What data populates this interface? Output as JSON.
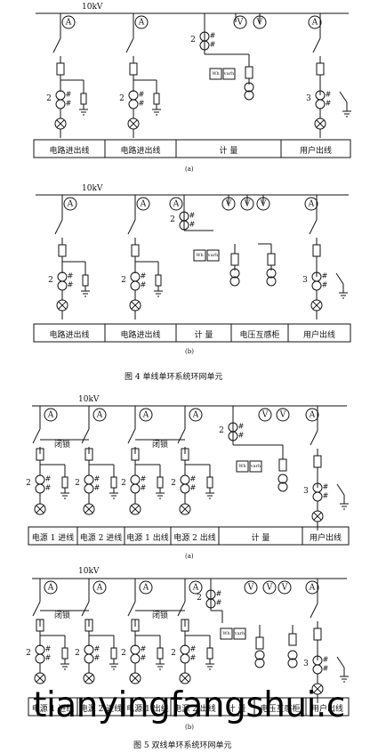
{
  "bus_voltage": "10kV",
  "meter_symbols": {
    "ammeter": "A",
    "voltmeter": "V"
  },
  "meter_labels": {
    "wh": "Wh",
    "varh": "varh"
  },
  "ct_symbol": "#",
  "numerals": {
    "two": "2",
    "three": "3"
  },
  "interlock": "闭锁",
  "fig4": {
    "caption": "图 4    单线单环系统环网单元",
    "a": {
      "sub": "(a)",
      "cells": [
        "电路进出线",
        "电路进出线",
        "计   量",
        "用户出线"
      ]
    },
    "b": {
      "sub": "(b)",
      "cells": [
        "电路进出线",
        "电路进出线",
        "计   量",
        "电压互感柜",
        "用户出线"
      ]
    }
  },
  "fig5": {
    "caption": "图 5    双线单环系统环网单元",
    "a": {
      "sub": "(a)",
      "cells": [
        "电源 1 进线",
        "电源 2 进线",
        "电源 1 出线",
        "电源 2 出线",
        "计   量",
        "用户出线"
      ]
    },
    "b": {
      "sub": "(b)",
      "cells": [
        "电源 1 进线",
        "电源 2 进线",
        "电源 1 出线",
        "电源 2 出线",
        "计   量",
        "电压互感柜",
        "用户出线"
      ]
    }
  },
  "watermark": "tianyingfangshui.c"
}
